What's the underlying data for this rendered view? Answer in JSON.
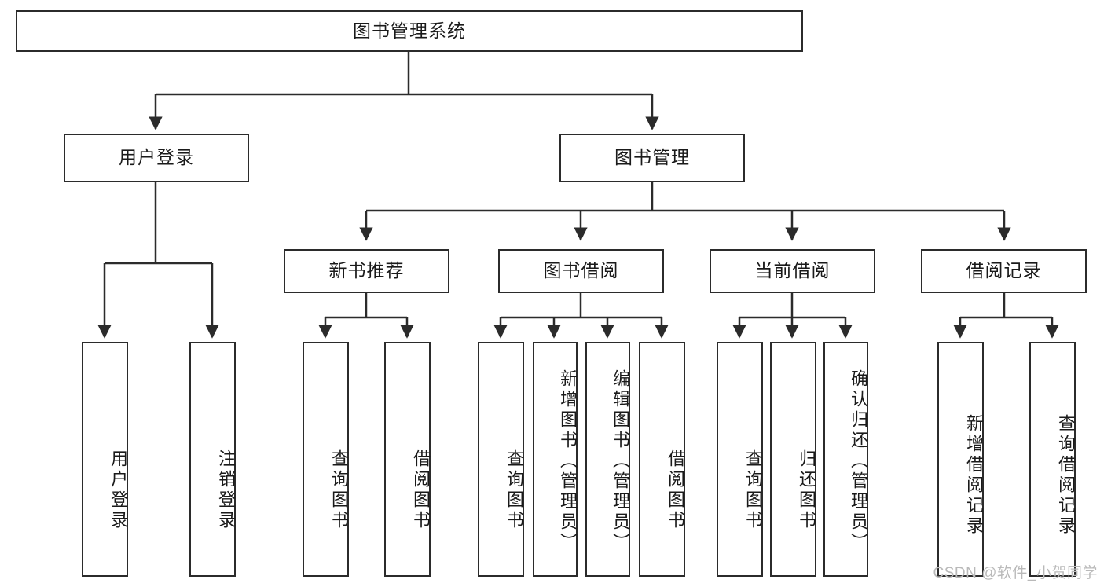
{
  "diagram": {
    "title": "图书管理系统",
    "type": "tree",
    "root": {
      "id": "root",
      "label": "图书管理系统"
    },
    "level1": [
      {
        "id": "user-login",
        "label": "用户登录"
      },
      {
        "id": "book-manage",
        "label": "图书管理"
      }
    ],
    "level2": [
      {
        "id": "new-book-recommend",
        "label": "新书推荐",
        "parent": "book-manage"
      },
      {
        "id": "book-borrow",
        "label": "图书借阅",
        "parent": "book-manage"
      },
      {
        "id": "current-borrow",
        "label": "当前借阅",
        "parent": "book-manage"
      },
      {
        "id": "borrow-record",
        "label": "借阅记录",
        "parent": "book-manage"
      }
    ],
    "leaves": [
      {
        "id": "leaf-user-login",
        "label": "用户登录",
        "parent": "user-login"
      },
      {
        "id": "leaf-user-logout",
        "label": "注销登录",
        "parent": "user-login"
      },
      {
        "id": "leaf-query-book-1",
        "label": "查询图书",
        "parent": "new-book-recommend"
      },
      {
        "id": "leaf-borrow-book-1",
        "label": "借阅图书",
        "parent": "new-book-recommend"
      },
      {
        "id": "leaf-query-book-2",
        "label": "查询图书",
        "parent": "book-borrow"
      },
      {
        "id": "leaf-add-book",
        "label": "新增图书（管理员）",
        "parent": "book-borrow"
      },
      {
        "id": "leaf-edit-book",
        "label": "编辑图书（管理员）",
        "parent": "book-borrow"
      },
      {
        "id": "leaf-borrow-book-2",
        "label": "借阅图书",
        "parent": "book-borrow"
      },
      {
        "id": "leaf-query-book-3",
        "label": "查询图书",
        "parent": "current-borrow"
      },
      {
        "id": "leaf-return-book",
        "label": "归还图书",
        "parent": "current-borrow"
      },
      {
        "id": "leaf-confirm-return",
        "label": "确认归还（管理员）",
        "parent": "current-borrow"
      },
      {
        "id": "leaf-add-record",
        "label": "新增借阅记录",
        "parent": "borrow-record"
      },
      {
        "id": "leaf-query-record",
        "label": "查询借阅记录",
        "parent": "borrow-record"
      }
    ]
  },
  "watermark": {
    "text": "CSDN @软件_小贺同学"
  },
  "colors": {
    "stroke": "#2b2b2b",
    "background": "#ffffff",
    "text": "#1a1a1a",
    "watermark": "#b9b9b9"
  }
}
